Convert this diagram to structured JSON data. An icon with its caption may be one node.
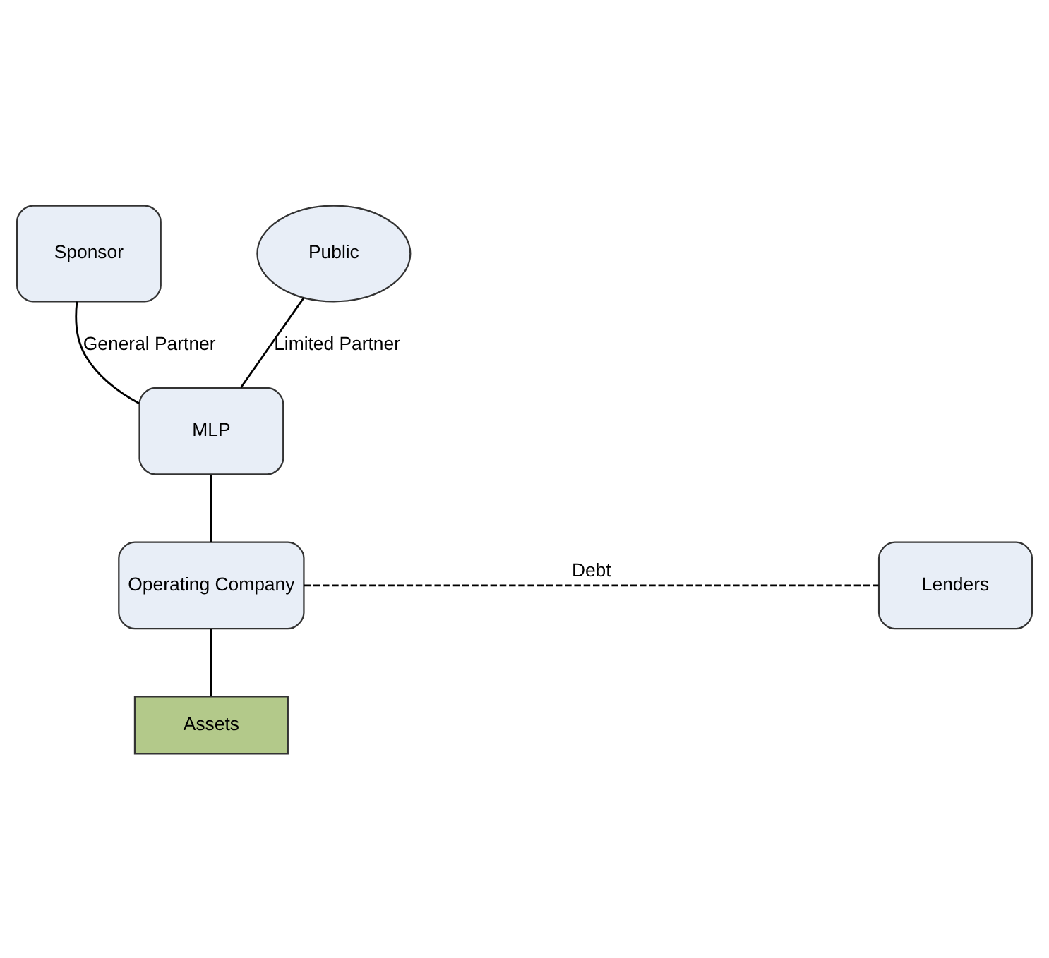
{
  "diagram": {
    "nodes": [
      {
        "text": [
          "Sponsor"
        ]
      },
      {
        "text": [
          "Public"
        ]
      },
      {
        "text": [
          "MLP"
        ]
      },
      {
        "text": [
          "Operating Company"
        ]
      },
      {
        "text": [
          "Lenders"
        ]
      },
      {
        "text": [
          "Assets"
        ]
      }
    ],
    "edges": [
      {
        "from": 0,
        "to": 2,
        "arrow": "none",
        "label": "General Partner"
      },
      {
        "from": 1,
        "to": 2,
        "arrow": "none",
        "label": "Limited Partner"
      },
      {
        "from": 2,
        "to": 3,
        "arrow": "none"
      },
      {
        "from": 3,
        "to": 4,
        "arrow": "none",
        "label": "Debt",
        "style": "dashed"
      },
      {
        "from": 3,
        "to": 5,
        "arrow": "none"
      }
    ]
  }
}
